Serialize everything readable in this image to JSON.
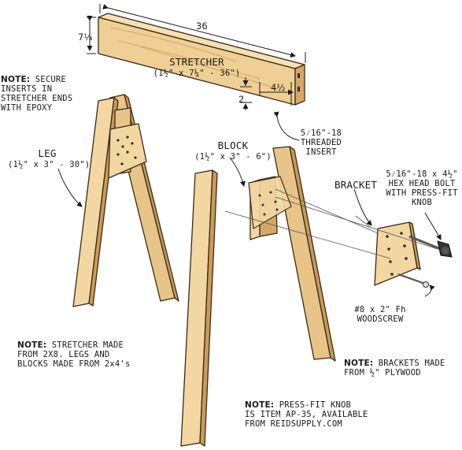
{
  "dimensions": {
    "stretcher_length": "36",
    "stretcher_height": "7¼",
    "insert_depth": "2",
    "insert_offset": "4½"
  },
  "labels": {
    "stretcher_name": "STRETCHER",
    "stretcher_size": "(1½\" x 7¼\" - 36\")",
    "leg_name": "LEG",
    "leg_size": "(1½\" x 3\" - 30\")",
    "block_name": "BLOCK",
    "block_size": "(1½\" x 3\" - 6\")",
    "bracket_name": "BRACKET",
    "insert_line1": "5⁄16\"-18",
    "insert_line2": "THREADED",
    "insert_line3": "INSERT",
    "bolt_line1": "5⁄16\"-18 x 4½\"",
    "bolt_line2": "HEX HEAD BOLT",
    "bolt_line3": "WITH PRESS-FIT",
    "bolt_line4": "KNOB",
    "screw_line1": "#8 x 2\" Fh",
    "screw_line2": "WOODSCREW"
  },
  "notes": {
    "keyword": "NOTE:",
    "epoxy_line1": " SECURE",
    "epoxy_line2": "INSERTS IN",
    "epoxy_line3": "STRETCHER ENDS",
    "epoxy_line4": "WITH EPOXY",
    "stock_line1": " STRETCHER MADE",
    "stock_line2": "FROM 2x8. LEGS AND",
    "stock_line3": "BLOCKS MADE FROM 2x4's",
    "bracket_line1": " BRACKETS MADE",
    "bracket_line2": "FROM ½\" PLYWOOD",
    "knob_line1": " PRESS-FIT KNOB",
    "knob_line2": "IS ITEM AP-35, AVAILABLE",
    "knob_line3": "FROM REIDSUPPLY.COM"
  },
  "colors": {
    "wood_light": "#f2d7a3",
    "wood_mid": "#e8c488",
    "wood_dark": "#c99a5a",
    "outline": "#3a2a18",
    "knob": "#333333"
  }
}
